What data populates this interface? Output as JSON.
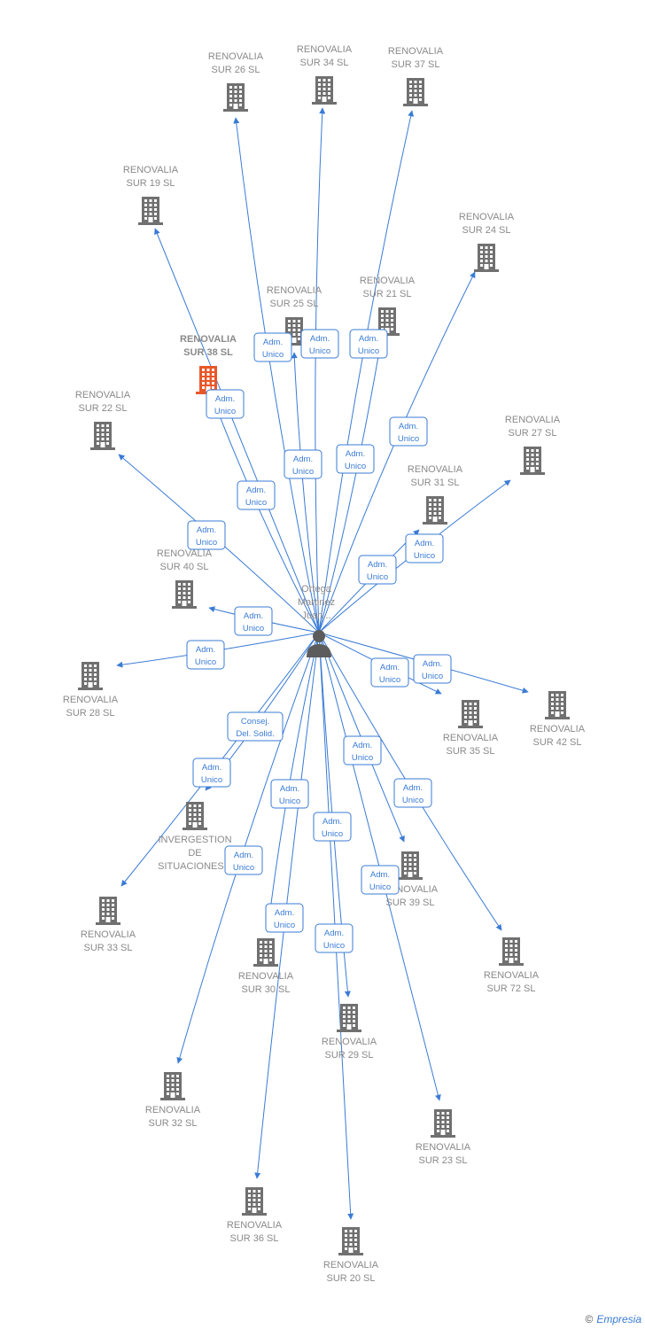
{
  "colors": {
    "edge": "#3a7bd5",
    "building": "#707070",
    "highlight": "#e8572a",
    "label": "#8a8a8a",
    "person": "#5c5c5c"
  },
  "center": {
    "name_lines": [
      "Ortega",
      "Martinez",
      "Juan..."
    ],
    "icon": "person-icon"
  },
  "nodes": [
    {
      "id": "sur26",
      "lines": [
        "RENOVALIA",
        "SUR 26  SL"
      ]
    },
    {
      "id": "sur34",
      "lines": [
        "RENOVALIA",
        "SUR 34  SL"
      ]
    },
    {
      "id": "sur37",
      "lines": [
        "RENOVALIA",
        "SUR 37  SL"
      ]
    },
    {
      "id": "sur19",
      "lines": [
        "RENOVALIA",
        "SUR 19  SL"
      ]
    },
    {
      "id": "sur24",
      "lines": [
        "RENOVALIA",
        "SUR 24  SL"
      ]
    },
    {
      "id": "sur25",
      "lines": [
        "RENOVALIA",
        "SUR 25  SL"
      ]
    },
    {
      "id": "sur21",
      "lines": [
        "RENOVALIA",
        "SUR 21  SL"
      ]
    },
    {
      "id": "sur38",
      "lines": [
        "RENOVALIA",
        "SUR 38  SL"
      ],
      "highlight": true
    },
    {
      "id": "sur22",
      "lines": [
        "RENOVALIA",
        "SUR 22  SL"
      ]
    },
    {
      "id": "sur27",
      "lines": [
        "RENOVALIA",
        "SUR 27  SL"
      ]
    },
    {
      "id": "sur31",
      "lines": [
        "RENOVALIA",
        "SUR 31  SL"
      ]
    },
    {
      "id": "sur40",
      "lines": [
        "RENOVALIA",
        "SUR 40  SL"
      ]
    },
    {
      "id": "sur28",
      "lines": [
        "RENOVALIA",
        "SUR 28  SL"
      ]
    },
    {
      "id": "sur35",
      "lines": [
        "RENOVALIA",
        "SUR 35  SL"
      ]
    },
    {
      "id": "sur42",
      "lines": [
        "RENOVALIA",
        "SUR 42  SL"
      ]
    },
    {
      "id": "inverg",
      "lines": [
        "INVERGESTION",
        "DE",
        "SITUACIONES..."
      ]
    },
    {
      "id": "sur39",
      "lines": [
        "RENOVALIA",
        "SUR 39  SL"
      ]
    },
    {
      "id": "sur33",
      "lines": [
        "RENOVALIA",
        "SUR 33  SL"
      ]
    },
    {
      "id": "sur30",
      "lines": [
        "RENOVALIA",
        "SUR 30  SL"
      ]
    },
    {
      "id": "sur72",
      "lines": [
        "RENOVALIA",
        "SUR 72  SL"
      ]
    },
    {
      "id": "sur29",
      "lines": [
        "RENOVALIA",
        "SUR 29  SL"
      ]
    },
    {
      "id": "sur32",
      "lines": [
        "RENOVALIA",
        "SUR 32  SL"
      ]
    },
    {
      "id": "sur23",
      "lines": [
        "RENOVALIA",
        "SUR 23  SL"
      ]
    },
    {
      "id": "sur36",
      "lines": [
        "RENOVALIA",
        "SUR 36  SL"
      ]
    },
    {
      "id": "sur20",
      "lines": [
        "RENOVALIA",
        "SUR 20  SL"
      ]
    }
  ],
  "edges": [
    {
      "to": "sur26",
      "label": [
        "Adm.",
        "Unico"
      ]
    },
    {
      "to": "sur34",
      "label": [
        "Adm.",
        "Unico"
      ]
    },
    {
      "to": "sur37",
      "label": [
        "Adm.",
        "Unico"
      ]
    },
    {
      "to": "sur19",
      "label": [
        "Adm.",
        "Unico"
      ]
    },
    {
      "to": "sur24",
      "label": [
        "Adm.",
        "Unico"
      ]
    },
    {
      "to": "sur25",
      "label": [
        "Adm.",
        "Unico"
      ]
    },
    {
      "to": "sur21",
      "label": [
        "Adm.",
        "Unico"
      ]
    },
    {
      "to": "sur38",
      "label": [
        "Adm.",
        "Unico"
      ]
    },
    {
      "to": "sur22",
      "label": [
        "Adm.",
        "Unico"
      ]
    },
    {
      "to": "sur27",
      "label": [
        "Adm.",
        "Unico"
      ]
    },
    {
      "to": "sur31",
      "label": [
        "Adm.",
        "Unico"
      ]
    },
    {
      "to": "sur40",
      "label": [
        "Adm.",
        "Unico"
      ]
    },
    {
      "to": "sur28",
      "label": [
        "Adm.",
        "Unico"
      ]
    },
    {
      "to": "sur35",
      "label": [
        "Adm.",
        "Unico"
      ]
    },
    {
      "to": "sur42",
      "label": [
        "Adm.",
        "Unico"
      ]
    },
    {
      "to": "inverg",
      "label": [
        "Consej.",
        "Del. Solid."
      ]
    },
    {
      "to": "sur33",
      "label": [
        "Adm.",
        "Unico"
      ]
    },
    {
      "to": "sur39",
      "label": [
        "Adm.",
        "Unico"
      ]
    },
    {
      "to": "sur30",
      "label": [
        "Adm.",
        "Unico"
      ]
    },
    {
      "to": "sur72",
      "label": [
        "Adm.",
        "Unico"
      ]
    },
    {
      "to": "sur29",
      "label": [
        "Adm.",
        "Unico"
      ]
    },
    {
      "to": "sur32",
      "label": [
        "Adm.",
        "Unico"
      ]
    },
    {
      "to": "sur23",
      "label": [
        "Adm.",
        "Unico"
      ]
    },
    {
      "to": "sur36",
      "label": [
        "Adm.",
        "Unico"
      ]
    },
    {
      "to": "sur20",
      "label": [
        "Adm.",
        "Unico"
      ]
    }
  ],
  "footer": {
    "copyright": "©",
    "brand": "Empresia"
  }
}
